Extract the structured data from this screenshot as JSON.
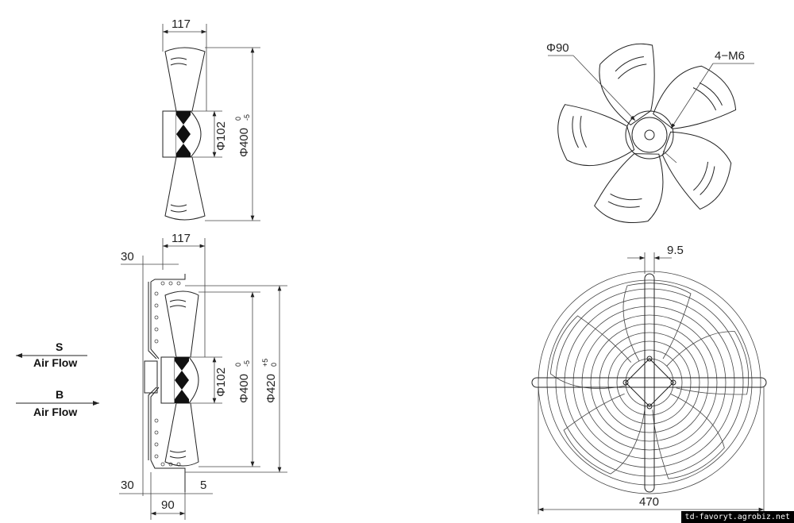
{
  "top_side_view": {
    "width": "117",
    "hub_dia": "Φ102",
    "fan_dia": "Φ400",
    "fan_tol_upper": "0",
    "fan_tol_lower": "-5"
  },
  "bottom_side_view": {
    "width": "117",
    "offset_top": "30",
    "offset_bottom": "30",
    "depth": "90",
    "flange": "5",
    "hub_dia": "Φ102",
    "fan_dia": "Φ400",
    "fan_tol_upper": "0",
    "fan_tol_lower": "-5",
    "guard_dia": "Φ420",
    "guard_tol_upper": "+5",
    "guard_tol_lower": "0"
  },
  "airflow": {
    "s_label": "S",
    "s_text": "Air Flow",
    "b_label": "B",
    "b_text": "Air Flow"
  },
  "front_view": {
    "hub_dia": "Φ90",
    "mount": "4−M6"
  },
  "guard_view": {
    "bar_width": "9.5",
    "overall": "470"
  },
  "watermark": "td-favoryt.agrobiz.net"
}
